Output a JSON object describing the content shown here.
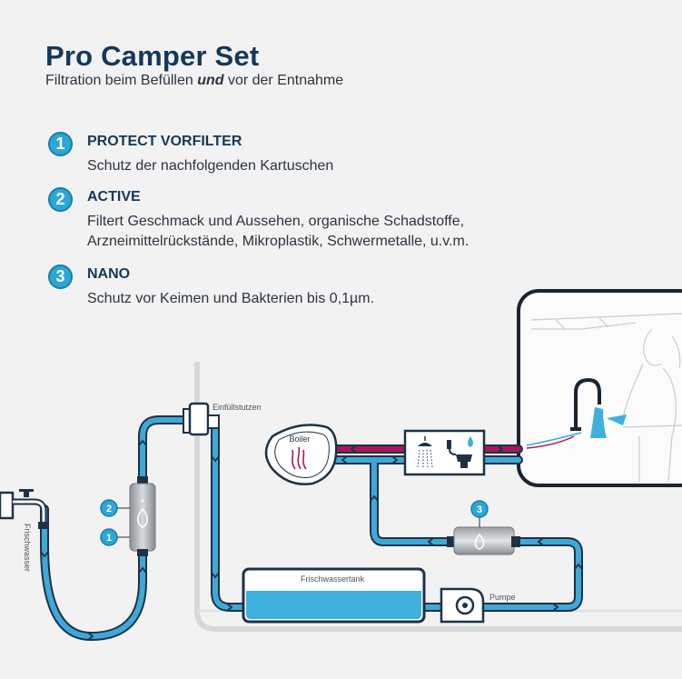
{
  "header": {
    "title": "Pro Camper Set",
    "subtitle_pre": "Filtration beim Befüllen ",
    "subtitle_em": "und",
    "subtitle_post": " vor der Entnahme"
  },
  "steps": [
    {
      "number": "1",
      "title": "PROTECT VORFILTER",
      "desc": "Schutz der nachfolgenden Kartuschen"
    },
    {
      "number": "2",
      "title": "ACTIVE",
      "desc": "Filtert Geschmack und Aussehen, organische Schadstoffe, Arzneimittelrückstände, Mikroplastik, Schwermetalle, u.v.m."
    },
    {
      "number": "3",
      "title": "NANO",
      "desc": "Schutz vor Keimen und Bakterien bis 0,1µm."
    }
  ],
  "diagram": {
    "labels": {
      "inlet": "Einfüllstutzen",
      "fresh_water": "Frischwasser",
      "tank": "Frischwassertank",
      "pump": "Pumpe",
      "boiler": "Boiler"
    },
    "badges": {
      "filter_top": "2",
      "filter_bottom": "1",
      "nano": "3"
    },
    "colors": {
      "pipe": "#3ea9d8",
      "pipe_outline": "#1d3246",
      "hot_pipe": "#a8175a",
      "water": "#3fb0dc",
      "badge": "#2ba7d8"
    },
    "icons": [
      "faucet-icon",
      "shower-icon",
      "tap-icon",
      "toilet-icon",
      "flame-icon",
      "person-at-sink-icon"
    ]
  }
}
